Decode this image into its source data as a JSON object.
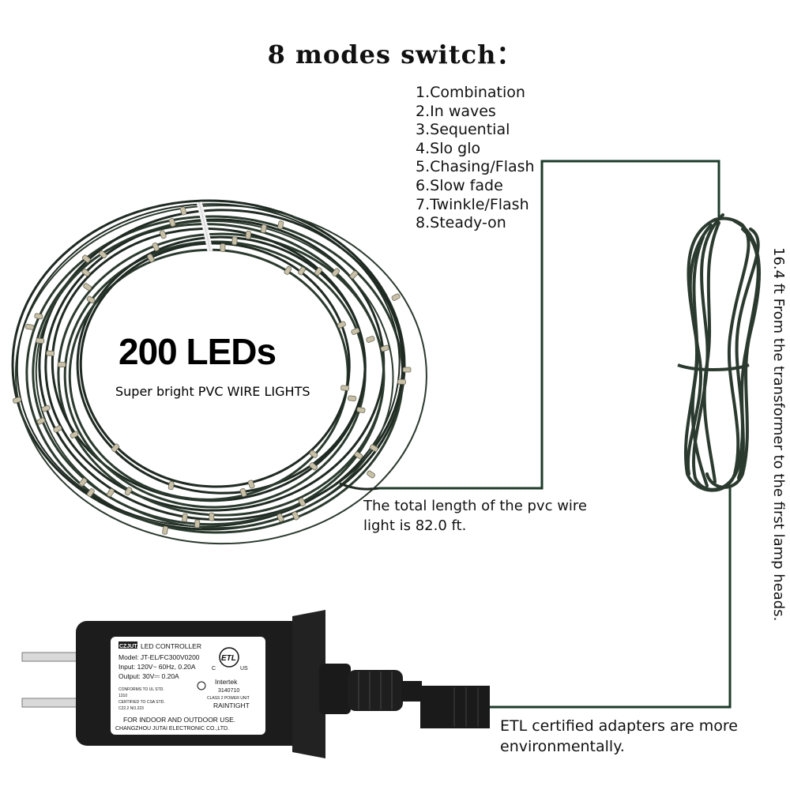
{
  "title": "8 modes switch：",
  "modes": [
    "1.Combination",
    "2.In waves",
    "3.Sequential",
    "4.Slo glo",
    "5.Chasing/Flash",
    "6.Slow fade",
    "7.Twinkle/Flash",
    "8.Steady-on"
  ],
  "leds": {
    "title": "200 LEDs",
    "subtitle": "Super bright PVC WIRE LIGHTS"
  },
  "length_note": [
    "The total length of the pvc wire",
    "light is 82.0 ft."
  ],
  "side_note": "16.4 ft From the transformer to the first lamp heads.",
  "adapter_note": [
    "ETL certified adapters are more",
    "environmentally."
  ],
  "adapter_label": {
    "brand": "CZJUTAI",
    "product": "LED CONTROLLER",
    "model": "Model: JT-EL/FC300V0200",
    "input": "Input: 120V~ 60Hz, 0.20A",
    "output": "Output: 30V⎓ 0.20A",
    "conforms": "CONFORMS TO UL STD.",
    "ul_std": "1310",
    "certified": "CERTIFIED TO CSA STD.",
    "csa_std": "C22.2 NO.223",
    "usage": "FOR INDOOR AND OUTDOOR USE.",
    "maker": "CHANGZHOU JUTAI ELECTRONIC CO.,LTD.",
    "etl_mark": "ETL",
    "etl_c": "C",
    "etl_us": "US",
    "intertek": "Intertek",
    "intertek_no": "3140710",
    "class2": "CLASS 2 POWER UNIT",
    "raintight": "RAINTIGHT"
  },
  "colors": {
    "wire": "#2b3a2e",
    "wire_dark": "#1f2a22",
    "connector_line": "#1d3b2a",
    "adapter": "#1c1c1c",
    "label": "#ffffff"
  }
}
